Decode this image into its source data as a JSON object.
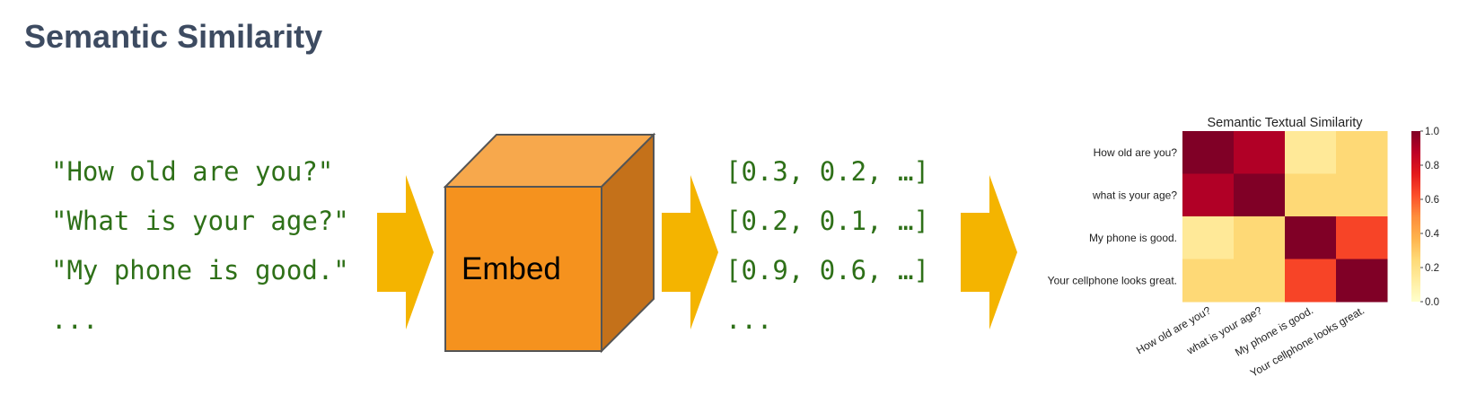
{
  "page": {
    "title": "Semantic Similarity"
  },
  "input_sentences": [
    "\"How old are you?\"",
    "\"What is your age?\"",
    "\"My phone is good.\"",
    "..."
  ],
  "embed_box": {
    "label": "Embed"
  },
  "output_vectors": [
    "[0.3, 0.2, …]",
    "[0.2, 0.1, …]",
    "[0.9, 0.6, …]",
    "..."
  ],
  "colors": {
    "title": "#3d4b61",
    "text_green": "#2e7018",
    "arrow": "#f4b400",
    "cube_front": "#f5921e",
    "cube_top": "#f7a84c",
    "cube_side": "#c4711a"
  },
  "chart_data": {
    "type": "heatmap",
    "title": "Semantic Textual Similarity",
    "row_labels": [
      "How old are you?",
      "what is your age?",
      "My phone is good.",
      "Your cellphone looks great."
    ],
    "col_labels": [
      "How old are you?",
      "what is your age?",
      "My phone is good.",
      "Your cellphone looks great."
    ],
    "values": [
      [
        1.0,
        0.9,
        0.15,
        0.25
      ],
      [
        0.9,
        1.0,
        0.25,
        0.25
      ],
      [
        0.15,
        0.25,
        1.0,
        0.65
      ],
      [
        0.25,
        0.25,
        0.65,
        1.0
      ]
    ],
    "colorbar": {
      "min": 0.0,
      "max": 1.0,
      "ticks": [
        "0.0",
        "0.2",
        "0.4",
        "0.6",
        "0.8",
        "1.0"
      ],
      "colormap": "YlOrRd"
    },
    "grid": false
  }
}
